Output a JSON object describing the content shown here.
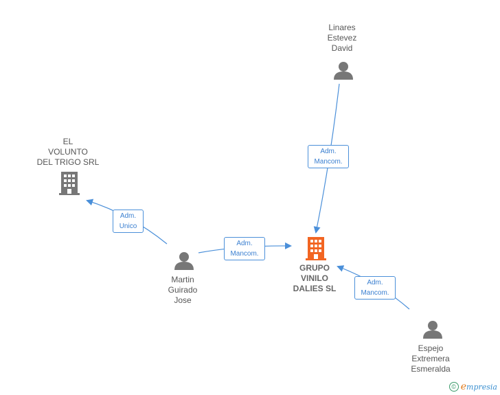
{
  "nodes": {
    "linares": {
      "label": "Linares\nEstevez\nDavid"
    },
    "el_volunto": {
      "label": "EL\nVOLUNTO\nDEL TRIGO SRL"
    },
    "grupo_vinilo": {
      "label": "GRUPO\nVINILO\nDALIES  SL"
    },
    "martin": {
      "label": "Martin\nGuirado\nJose"
    },
    "espejo": {
      "label": "Espejo\nExtremera\nEsmeralda"
    }
  },
  "edges": {
    "linares_to_grupo": {
      "label": "Adm.\nMancom."
    },
    "martin_to_volunto": {
      "label": "Adm.\nUnico"
    },
    "martin_to_grupo": {
      "label": "Adm.\nMancom."
    },
    "espejo_to_grupo": {
      "label": "Adm.\nMancom."
    }
  },
  "colors": {
    "edge": "#4a8fd9",
    "person_icon": "#777777",
    "company_icon": "#777777",
    "main_company_icon": "#f26522"
  },
  "footer": {
    "copyright_symbol": "©",
    "brand_initial": "e",
    "brand_rest": "mpresia"
  }
}
